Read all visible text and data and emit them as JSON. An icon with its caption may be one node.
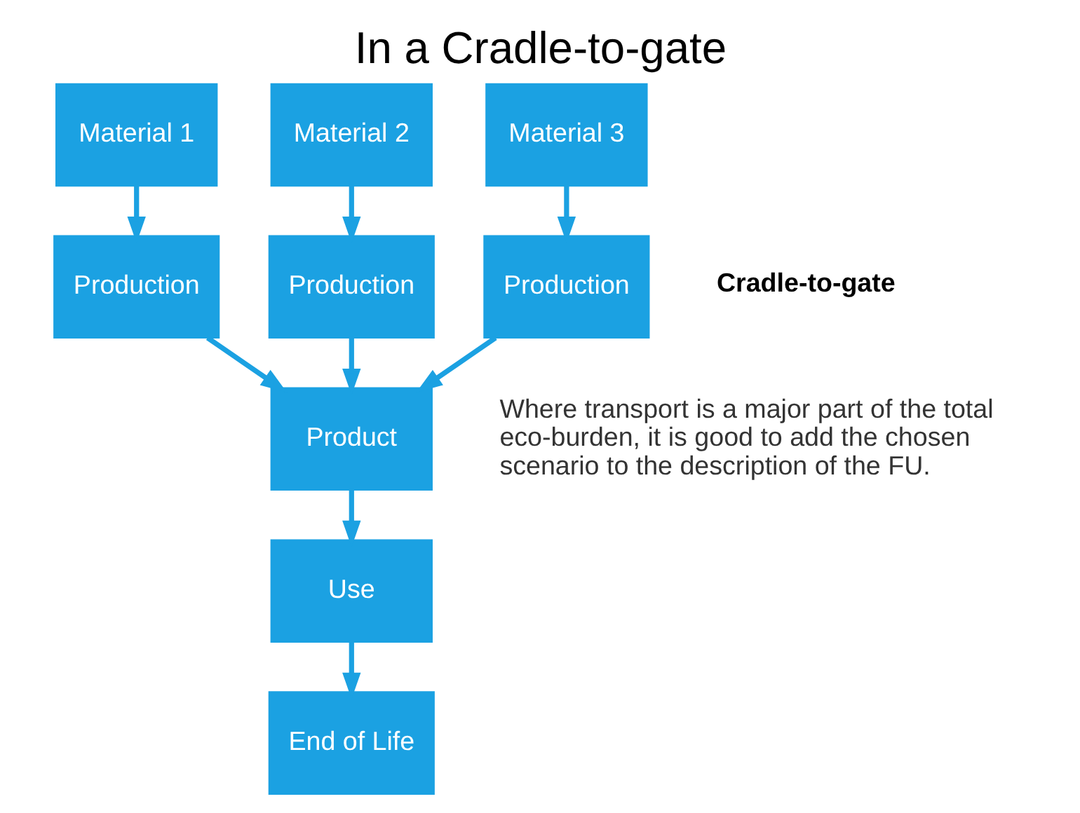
{
  "diagram": {
    "title": "In a Cradle-to-gate",
    "nodes": [
      {
        "text": [
          "Material 1"
        ]
      },
      {
        "text": [
          "Material 2"
        ]
      },
      {
        "text": [
          "Material 3"
        ]
      },
      {
        "text": [
          "Production"
        ]
      },
      {
        "text": [
          "Production"
        ]
      },
      {
        "text": [
          "Production"
        ]
      },
      {
        "text": [
          "Product"
        ]
      },
      {
        "text": [
          "Use"
        ]
      },
      {
        "text": [
          "End of Life"
        ]
      }
    ],
    "edges": [
      {
        "from": 0,
        "to": 3,
        "arrow": "to"
      },
      {
        "from": 1,
        "to": 4,
        "arrow": "to"
      },
      {
        "from": 2,
        "to": 5,
        "arrow": "to"
      },
      {
        "from": 3,
        "to": 6,
        "arrow": "to"
      },
      {
        "from": 4,
        "to": 6,
        "arrow": "to"
      },
      {
        "from": 5,
        "to": 6,
        "arrow": "to"
      },
      {
        "from": 6,
        "to": 7,
        "arrow": "to"
      },
      {
        "from": 7,
        "to": 8,
        "arrow": "to"
      }
    ],
    "labels": [
      "Where transport is a major part of the total eco-burden, it is good to add the chosen scenario to the description of the FU.",
      "Cradle-to-gate"
    ]
  }
}
